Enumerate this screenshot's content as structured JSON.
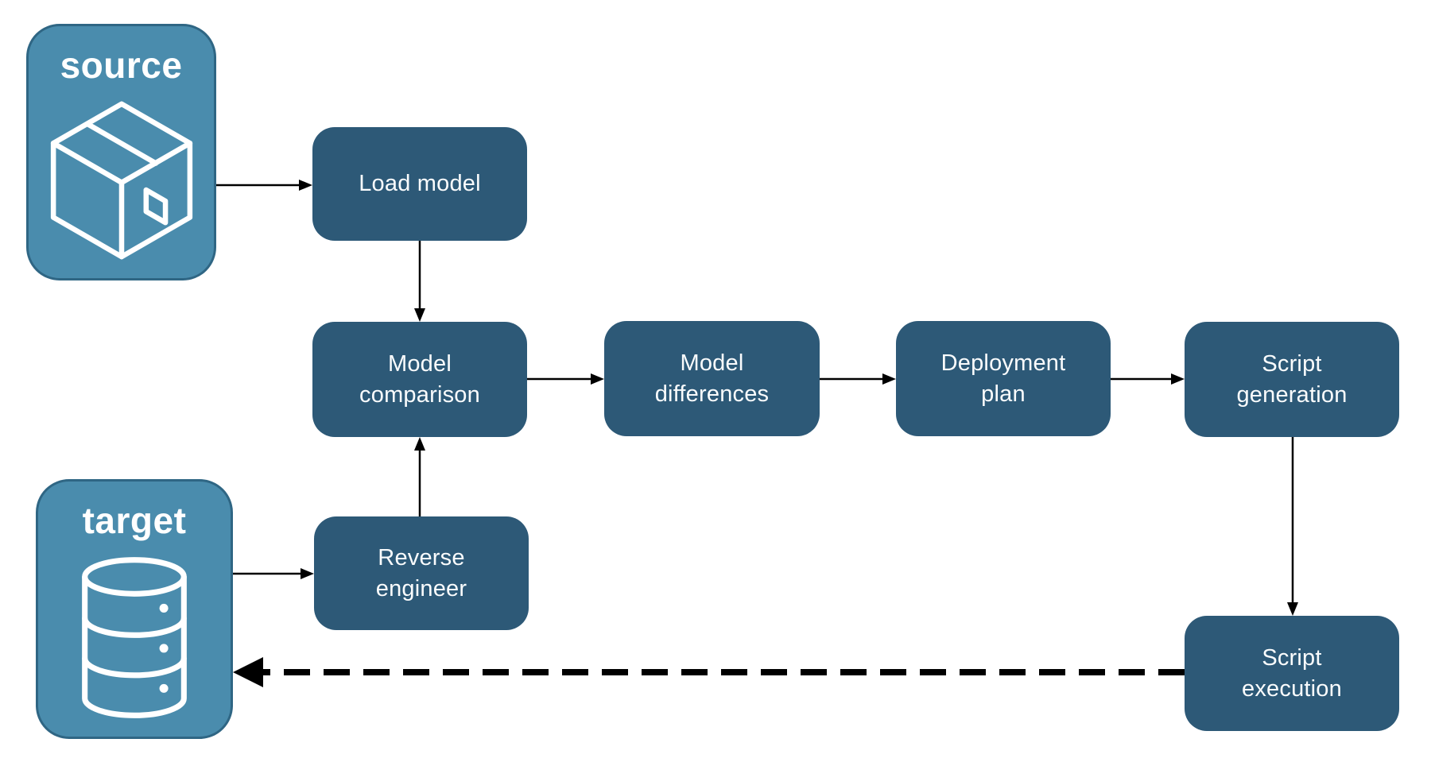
{
  "diagram_type": "flowchart",
  "nodes": {
    "source": {
      "label": "source",
      "icon": "package-icon",
      "kind": "endpoint"
    },
    "target": {
      "label": "target",
      "icon": "database-icon",
      "kind": "endpoint"
    },
    "load_model": {
      "label": "Load model",
      "kind": "process"
    },
    "model_comparison": {
      "label": "Model\ncomparison",
      "kind": "process"
    },
    "model_differences": {
      "label": "Model\ndifferences",
      "kind": "process"
    },
    "deployment_plan": {
      "label": "Deployment\nplan",
      "kind": "process"
    },
    "script_generation": {
      "label": "Script\ngeneration",
      "kind": "process"
    },
    "reverse_engineer": {
      "label": "Reverse\nengineer",
      "kind": "process"
    },
    "script_execution": {
      "label": "Script\nexecution",
      "kind": "process"
    }
  },
  "edges": [
    {
      "from": "source",
      "to": "load_model",
      "style": "solid"
    },
    {
      "from": "load_model",
      "to": "model_comparison",
      "style": "solid"
    },
    {
      "from": "model_comparison",
      "to": "model_differences",
      "style": "solid"
    },
    {
      "from": "model_differences",
      "to": "deployment_plan",
      "style": "solid"
    },
    {
      "from": "deployment_plan",
      "to": "script_generation",
      "style": "solid"
    },
    {
      "from": "script_generation",
      "to": "script_execution",
      "style": "solid"
    },
    {
      "from": "target",
      "to": "reverse_engineer",
      "style": "solid"
    },
    {
      "from": "reverse_engineer",
      "to": "model_comparison",
      "style": "solid"
    },
    {
      "from": "script_execution",
      "to": "target",
      "style": "dashed"
    }
  ],
  "colors": {
    "process_fill": "#2D5977",
    "endpoint_fill": "#4A8CAD",
    "endpoint_border": "#2F6684",
    "label_text": "#FFFFFF",
    "arrow": "#000000",
    "background": "#FFFFFF"
  }
}
